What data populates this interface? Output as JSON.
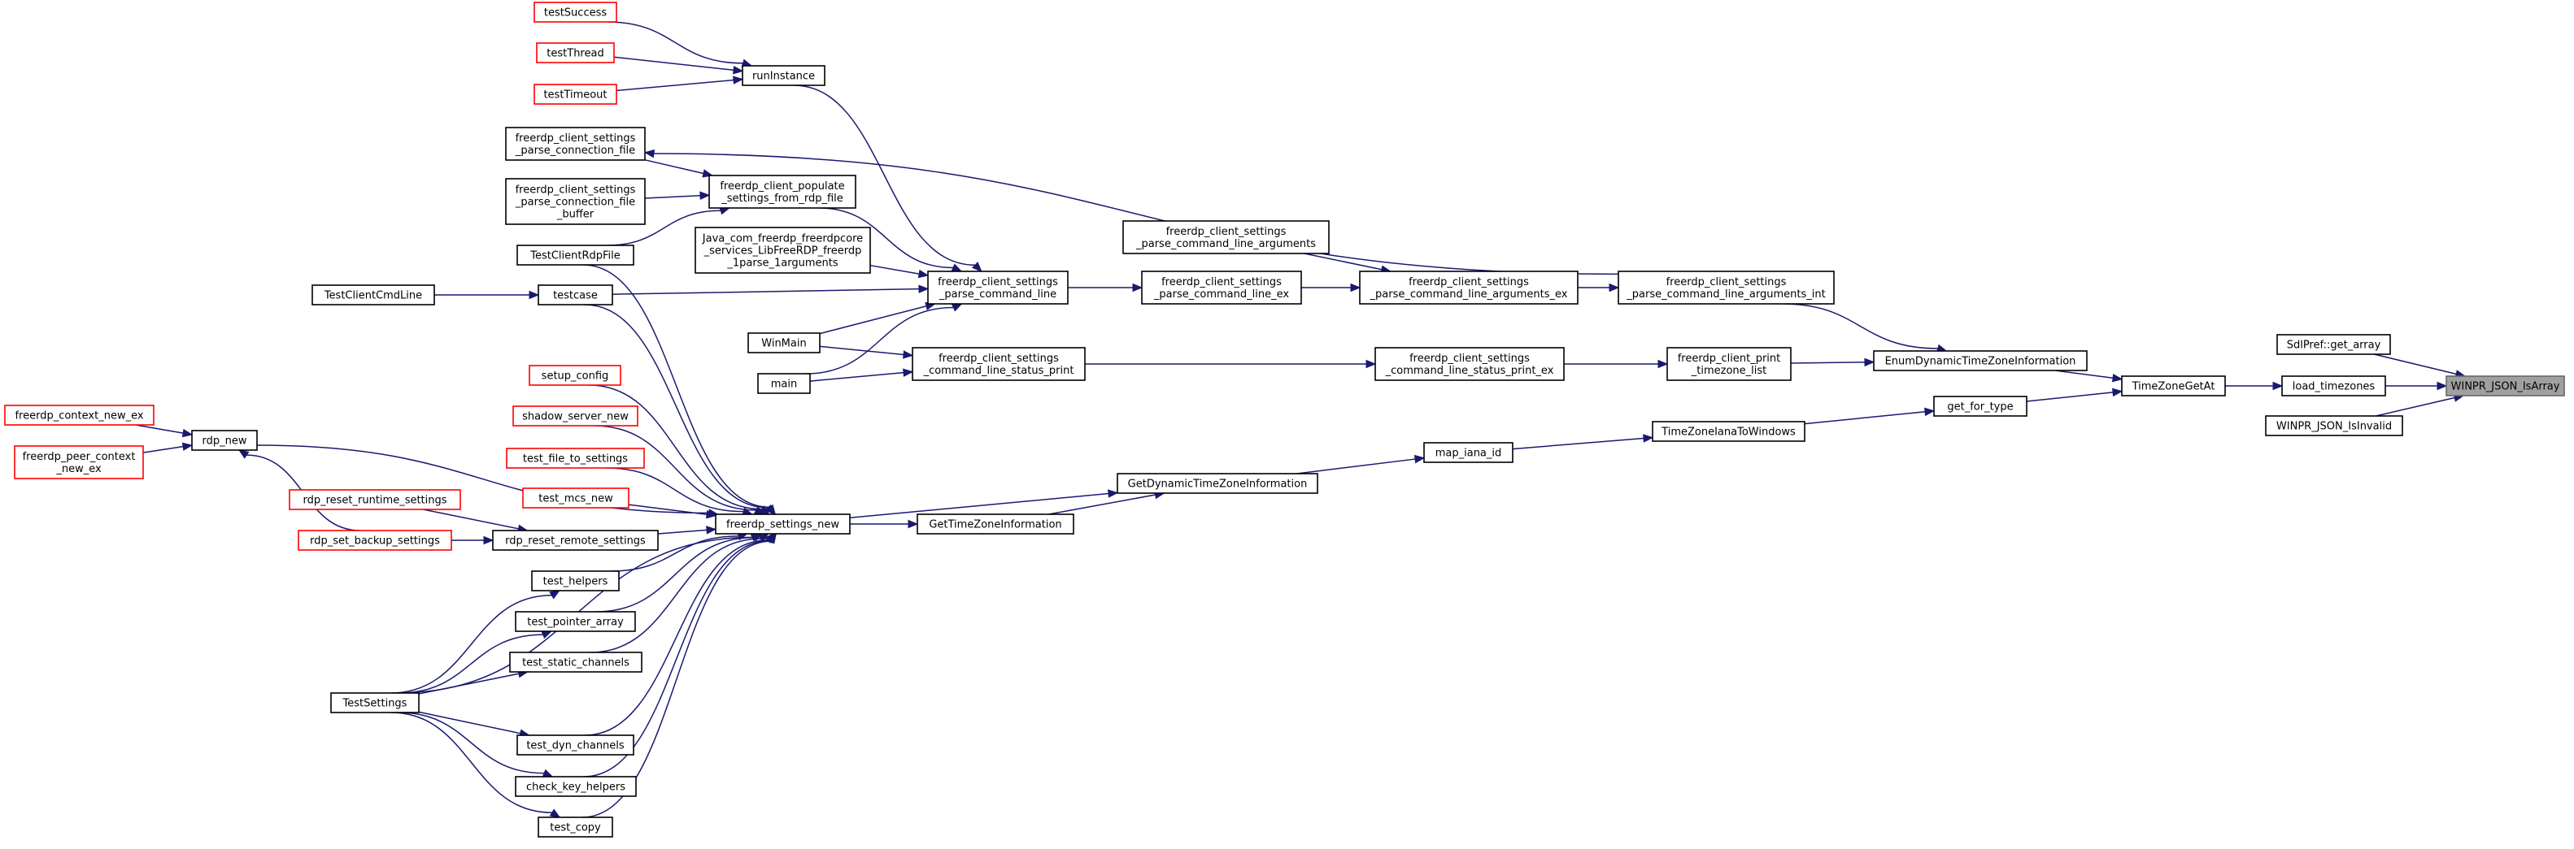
{
  "title": "",
  "colors": {
    "edge": "#191970",
    "external_border": "#ff0000",
    "root_fill": "#a0a0a0",
    "node_border": "#000000"
  },
  "nodes": [
    {
      "id": "WINPR_JSON_IsArray",
      "lines": [
        "WINPR_JSON_IsArray"
      ],
      "kind": "root"
    },
    {
      "id": "SdlPref_get_array",
      "lines": [
        "SdlPref::get_array"
      ],
      "kind": "normal"
    },
    {
      "id": "load_timezones",
      "lines": [
        "load_timezones"
      ],
      "kind": "normal"
    },
    {
      "id": "WINPR_JSON_IsInvalid",
      "lines": [
        "WINPR_JSON_IsInvalid"
      ],
      "kind": "normal"
    },
    {
      "id": "TimeZoneGetAt",
      "lines": [
        "TimeZoneGetAt"
      ],
      "kind": "normal"
    },
    {
      "id": "EnumDynamicTimeZoneInformation",
      "lines": [
        "EnumDynamicTimeZoneInformation"
      ],
      "kind": "normal"
    },
    {
      "id": "get_for_type",
      "lines": [
        "get_for_type"
      ],
      "kind": "normal"
    },
    {
      "id": "fcs_parse_command_line_arguments_int",
      "lines": [
        "freerdp_client_settings",
        "_parse_command_line_arguments_int"
      ],
      "kind": "normal"
    },
    {
      "id": "freerdp_client_print_timezone_list",
      "lines": [
        "freerdp_client_print",
        "_timezone_list"
      ],
      "kind": "normal"
    },
    {
      "id": "TimeZoneIanaToWindows",
      "lines": [
        "TimeZoneIanaToWindows"
      ],
      "kind": "normal"
    },
    {
      "id": "fcs_parse_command_line_arguments_ex",
      "lines": [
        "freerdp_client_settings",
        "_parse_command_line_arguments_ex"
      ],
      "kind": "normal"
    },
    {
      "id": "fcs_command_line_status_print_ex",
      "lines": [
        "freerdp_client_settings",
        "_command_line_status_print_ex"
      ],
      "kind": "normal"
    },
    {
      "id": "map_iana_id",
      "lines": [
        "map_iana_id"
      ],
      "kind": "normal"
    },
    {
      "id": "fcs_parse_command_line_arguments",
      "lines": [
        "freerdp_client_settings",
        "_parse_command_line_arguments"
      ],
      "kind": "normal"
    },
    {
      "id": "fcs_parse_command_line_ex",
      "lines": [
        "freerdp_client_settings",
        "_parse_command_line_ex"
      ],
      "kind": "normal"
    },
    {
      "id": "GetDynamicTimeZoneInformation",
      "lines": [
        "GetDynamicTimeZoneInformation"
      ],
      "kind": "normal"
    },
    {
      "id": "GetTimeZoneInformation",
      "lines": [
        "GetTimeZoneInformation"
      ],
      "kind": "normal"
    },
    {
      "id": "fcs_parse_command_line",
      "lines": [
        "freerdp_client_settings",
        "_parse_command_line"
      ],
      "kind": "normal"
    },
    {
      "id": "fcs_command_line_status_print",
      "lines": [
        "freerdp_client_settings",
        "_command_line_status_print"
      ],
      "kind": "normal"
    },
    {
      "id": "freerdp_settings_new",
      "lines": [
        "freerdp_settings_new"
      ],
      "kind": "normal"
    },
    {
      "id": "runInstance",
      "lines": [
        "runInstance"
      ],
      "kind": "normal"
    },
    {
      "id": "fc_populate_settings_from_rdp_file",
      "lines": [
        "freerdp_client_populate",
        "_settings_from_rdp_file"
      ],
      "kind": "normal"
    },
    {
      "id": "fcs_parse_connection_file",
      "lines": [
        "freerdp_client_settings",
        "_parse_connection_file"
      ],
      "kind": "normal"
    },
    {
      "id": "fcs_parse_connection_file_buffer",
      "lines": [
        "freerdp_client_settings",
        "_parse_connection_file",
        "_buffer"
      ],
      "kind": "normal"
    },
    {
      "id": "java_parse_arguments",
      "lines": [
        "Java_com_freerdp_freerdpcore",
        "_services_LibFreeRDP_freerdp",
        "_1parse_1arguments"
      ],
      "kind": "normal"
    },
    {
      "id": "TestClientRdpFile",
      "lines": [
        "TestClientRdpFile"
      ],
      "kind": "normal"
    },
    {
      "id": "testcase",
      "lines": [
        "testcase"
      ],
      "kind": "normal"
    },
    {
      "id": "TestClientCmdLine",
      "lines": [
        "TestClientCmdLine"
      ],
      "kind": "normal"
    },
    {
      "id": "WinMain",
      "lines": [
        "WinMain"
      ],
      "kind": "normal"
    },
    {
      "id": "main",
      "lines": [
        "main"
      ],
      "kind": "normal"
    },
    {
      "id": "testSuccess",
      "lines": [
        "testSuccess"
      ],
      "kind": "ext"
    },
    {
      "id": "testThread",
      "lines": [
        "testThread"
      ],
      "kind": "ext"
    },
    {
      "id": "testTimeout",
      "lines": [
        "testTimeout"
      ],
      "kind": "ext"
    },
    {
      "id": "setup_config",
      "lines": [
        "setup_config"
      ],
      "kind": "ext"
    },
    {
      "id": "shadow_server_new",
      "lines": [
        "shadow_server_new"
      ],
      "kind": "ext"
    },
    {
      "id": "test_file_to_settings",
      "lines": [
        "test_file_to_settings"
      ],
      "kind": "ext"
    },
    {
      "id": "test_mcs_new",
      "lines": [
        "test_mcs_new"
      ],
      "kind": "ext"
    },
    {
      "id": "rdp_new",
      "lines": [
        "rdp_new"
      ],
      "kind": "normal"
    },
    {
      "id": "freerdp_context_new_ex",
      "lines": [
        "freerdp_context_new_ex"
      ],
      "kind": "ext"
    },
    {
      "id": "freerdp_peer_context_new_ex",
      "lines": [
        "freerdp_peer_context",
        "_new_ex"
      ],
      "kind": "ext"
    },
    {
      "id": "rdp_reset_runtime_settings",
      "lines": [
        "rdp_reset_runtime_settings"
      ],
      "kind": "ext"
    },
    {
      "id": "rdp_set_backup_settings",
      "lines": [
        "rdp_set_backup_settings"
      ],
      "kind": "ext"
    },
    {
      "id": "rdp_reset_remote_settings",
      "lines": [
        "rdp_reset_remote_settings"
      ],
      "kind": "normal"
    },
    {
      "id": "test_helpers",
      "lines": [
        "test_helpers"
      ],
      "kind": "normal"
    },
    {
      "id": "test_pointer_array",
      "lines": [
        "test_pointer_array"
      ],
      "kind": "normal"
    },
    {
      "id": "test_static_channels",
      "lines": [
        "test_static_channels"
      ],
      "kind": "normal"
    },
    {
      "id": "TestSettings",
      "lines": [
        "TestSettings"
      ],
      "kind": "normal"
    },
    {
      "id": "test_dyn_channels",
      "lines": [
        "test_dyn_channels"
      ],
      "kind": "normal"
    },
    {
      "id": "check_key_helpers",
      "lines": [
        "check_key_helpers"
      ],
      "kind": "normal"
    },
    {
      "id": "test_copy",
      "lines": [
        "test_copy"
      ],
      "kind": "normal"
    }
  ],
  "edges": [
    {
      "from": "SdlPref_get_array",
      "to": "WINPR_JSON_IsArray"
    },
    {
      "from": "load_timezones",
      "to": "WINPR_JSON_IsArray"
    },
    {
      "from": "WINPR_JSON_IsInvalid",
      "to": "WINPR_JSON_IsArray"
    },
    {
      "from": "TimeZoneGetAt",
      "to": "load_timezones"
    },
    {
      "from": "EnumDynamicTimeZoneInformation",
      "to": "TimeZoneGetAt"
    },
    {
      "from": "get_for_type",
      "to": "TimeZoneGetAt"
    },
    {
      "from": "fcs_parse_command_line_arguments_int",
      "to": "EnumDynamicTimeZoneInformation"
    },
    {
      "from": "freerdp_client_print_timezone_list",
      "to": "EnumDynamicTimeZoneInformation"
    },
    {
      "from": "TimeZoneIanaToWindows",
      "to": "get_for_type"
    },
    {
      "from": "fcs_parse_command_line_arguments_ex",
      "to": "fcs_parse_command_line_arguments_int"
    },
    {
      "from": "fcs_parse_command_line_arguments_int",
      "to": "fcs_parse_connection_file"
    },
    {
      "from": "fcs_command_line_status_print_ex",
      "to": "freerdp_client_print_timezone_list"
    },
    {
      "from": "map_iana_id",
      "to": "TimeZoneIanaToWindows"
    },
    {
      "from": "fcs_parse_command_line_arguments",
      "to": "fcs_parse_command_line_arguments_ex"
    },
    {
      "from": "fcs_parse_command_line_ex",
      "to": "fcs_parse_command_line_arguments_ex"
    },
    {
      "from": "fcs_command_line_status_print",
      "to": "fcs_command_line_status_print_ex"
    },
    {
      "from": "GetDynamicTimeZoneInformation",
      "to": "map_iana_id"
    },
    {
      "from": "fcs_parse_command_line",
      "to": "fcs_parse_command_line_ex"
    },
    {
      "from": "freerdp_settings_new",
      "to": "GetDynamicTimeZoneInformation"
    },
    {
      "from": "GetTimeZoneInformation",
      "to": "GetDynamicTimeZoneInformation"
    },
    {
      "from": "freerdp_settings_new",
      "to": "GetTimeZoneInformation"
    },
    {
      "from": "runInstance",
      "to": "fcs_parse_command_line"
    },
    {
      "from": "fc_populate_settings_from_rdp_file",
      "to": "fcs_parse_command_line"
    },
    {
      "from": "java_parse_arguments",
      "to": "fcs_parse_command_line"
    },
    {
      "from": "testcase",
      "to": "fcs_parse_command_line"
    },
    {
      "from": "WinMain",
      "to": "fcs_parse_command_line"
    },
    {
      "from": "main",
      "to": "fcs_parse_command_line"
    },
    {
      "from": "WinMain",
      "to": "fcs_command_line_status_print"
    },
    {
      "from": "main",
      "to": "fcs_command_line_status_print"
    },
    {
      "from": "testSuccess",
      "to": "runInstance"
    },
    {
      "from": "testThread",
      "to": "runInstance"
    },
    {
      "from": "testTimeout",
      "to": "runInstance"
    },
    {
      "from": "fcs_parse_connection_file",
      "to": "fc_populate_settings_from_rdp_file"
    },
    {
      "from": "fcs_parse_connection_file_buffer",
      "to": "fc_populate_settings_from_rdp_file"
    },
    {
      "from": "TestClientRdpFile",
      "to": "fc_populate_settings_from_rdp_file"
    },
    {
      "from": "TestClientCmdLine",
      "to": "testcase"
    },
    {
      "from": "TestClientRdpFile",
      "to": "freerdp_settings_new"
    },
    {
      "from": "testcase",
      "to": "freerdp_settings_new"
    },
    {
      "from": "rdp_new",
      "to": "freerdp_settings_new"
    },
    {
      "from": "setup_config",
      "to": "freerdp_settings_new"
    },
    {
      "from": "shadow_server_new",
      "to": "freerdp_settings_new"
    },
    {
      "from": "test_file_to_settings",
      "to": "freerdp_settings_new"
    },
    {
      "from": "test_mcs_new",
      "to": "freerdp_settings_new"
    },
    {
      "from": "rdp_reset_remote_settings",
      "to": "freerdp_settings_new"
    },
    {
      "from": "test_helpers",
      "to": "freerdp_settings_new"
    },
    {
      "from": "test_pointer_array",
      "to": "freerdp_settings_new"
    },
    {
      "from": "test_static_channels",
      "to": "freerdp_settings_new"
    },
    {
      "from": "TestSettings",
      "to": "freerdp_settings_new"
    },
    {
      "from": "test_dyn_channels",
      "to": "freerdp_settings_new"
    },
    {
      "from": "check_key_helpers",
      "to": "freerdp_settings_new"
    },
    {
      "from": "test_copy",
      "to": "freerdp_settings_new"
    },
    {
      "from": "freerdp_context_new_ex",
      "to": "rdp_new"
    },
    {
      "from": "freerdp_peer_context_new_ex",
      "to": "rdp_new"
    },
    {
      "from": "rdp_set_backup_settings",
      "to": "rdp_new"
    },
    {
      "from": "rdp_reset_runtime_settings",
      "to": "rdp_reset_remote_settings"
    },
    {
      "from": "rdp_set_backup_settings",
      "to": "rdp_reset_remote_settings"
    },
    {
      "from": "TestSettings",
      "to": "test_helpers"
    },
    {
      "from": "TestSettings",
      "to": "test_pointer_array"
    },
    {
      "from": "TestSettings",
      "to": "test_static_channels"
    },
    {
      "from": "TestSettings",
      "to": "test_dyn_channels"
    },
    {
      "from": "TestSettings",
      "to": "check_key_helpers"
    },
    {
      "from": "TestSettings",
      "to": "test_copy"
    }
  ]
}
